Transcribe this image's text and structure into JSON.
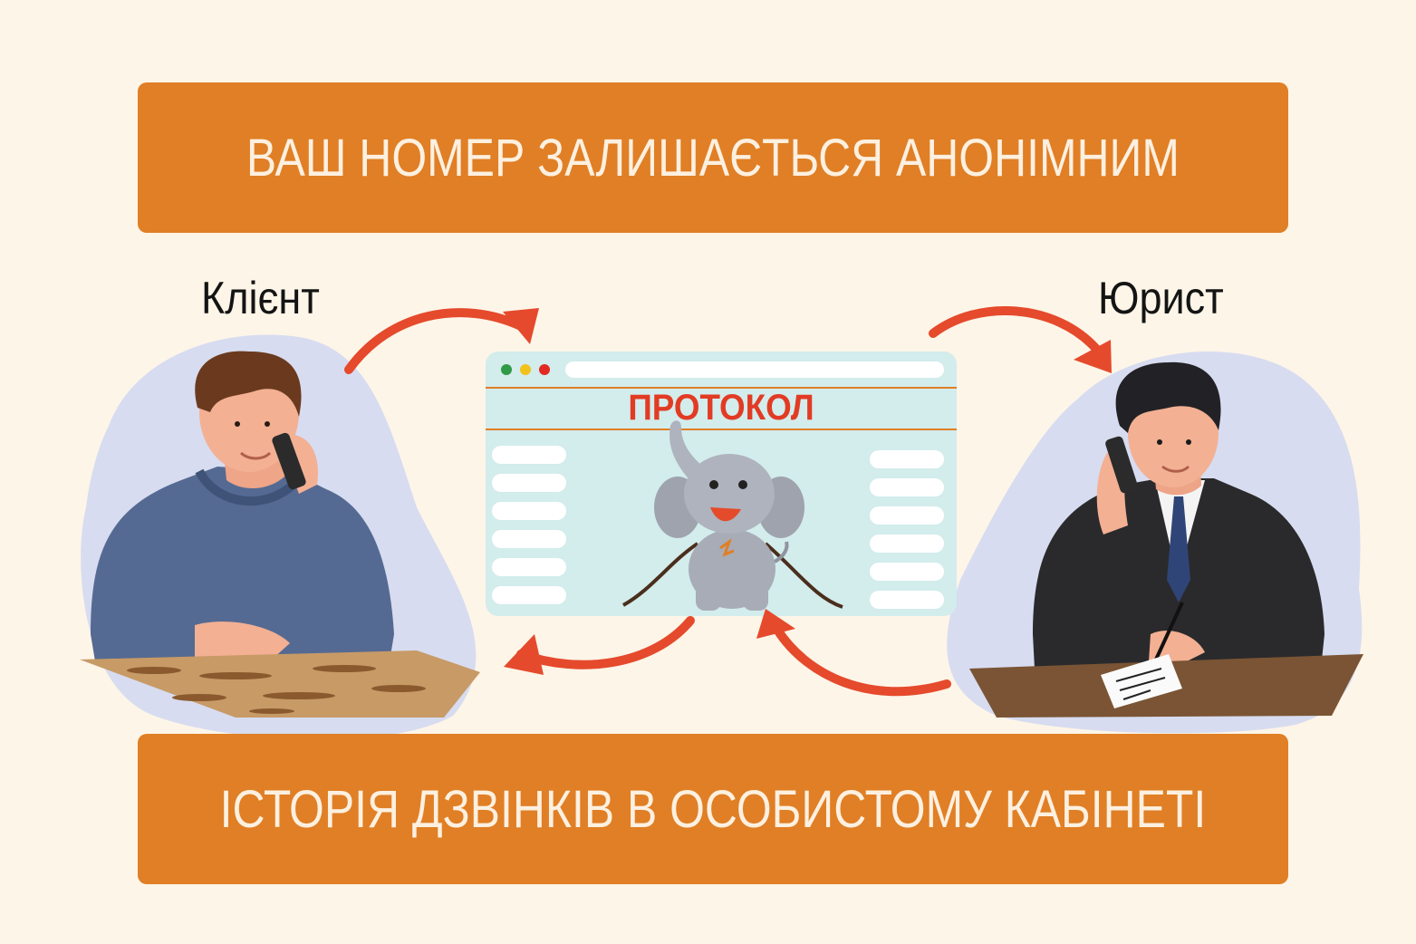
{
  "banners": {
    "top": "ВАШ НОМЕР ЗАЛИШАЄТЬСЯ АНОНІМНИМ",
    "bottom": "ІСТОРІЯ ДЗВІНКІВ В ОСОБИСТОМУ КАБІНЕТІ"
  },
  "roles": {
    "client": "Клієнт",
    "lawyer": "Юрист"
  },
  "protocol": {
    "title": "ПРОТОКОЛ"
  },
  "colors": {
    "banner": "#e07f25",
    "arrow": "#e54a2c",
    "background": "#fdf5e8",
    "blob": "#d7dcf0",
    "window": "#d3ecec",
    "protocol_title": "#e23b24"
  }
}
